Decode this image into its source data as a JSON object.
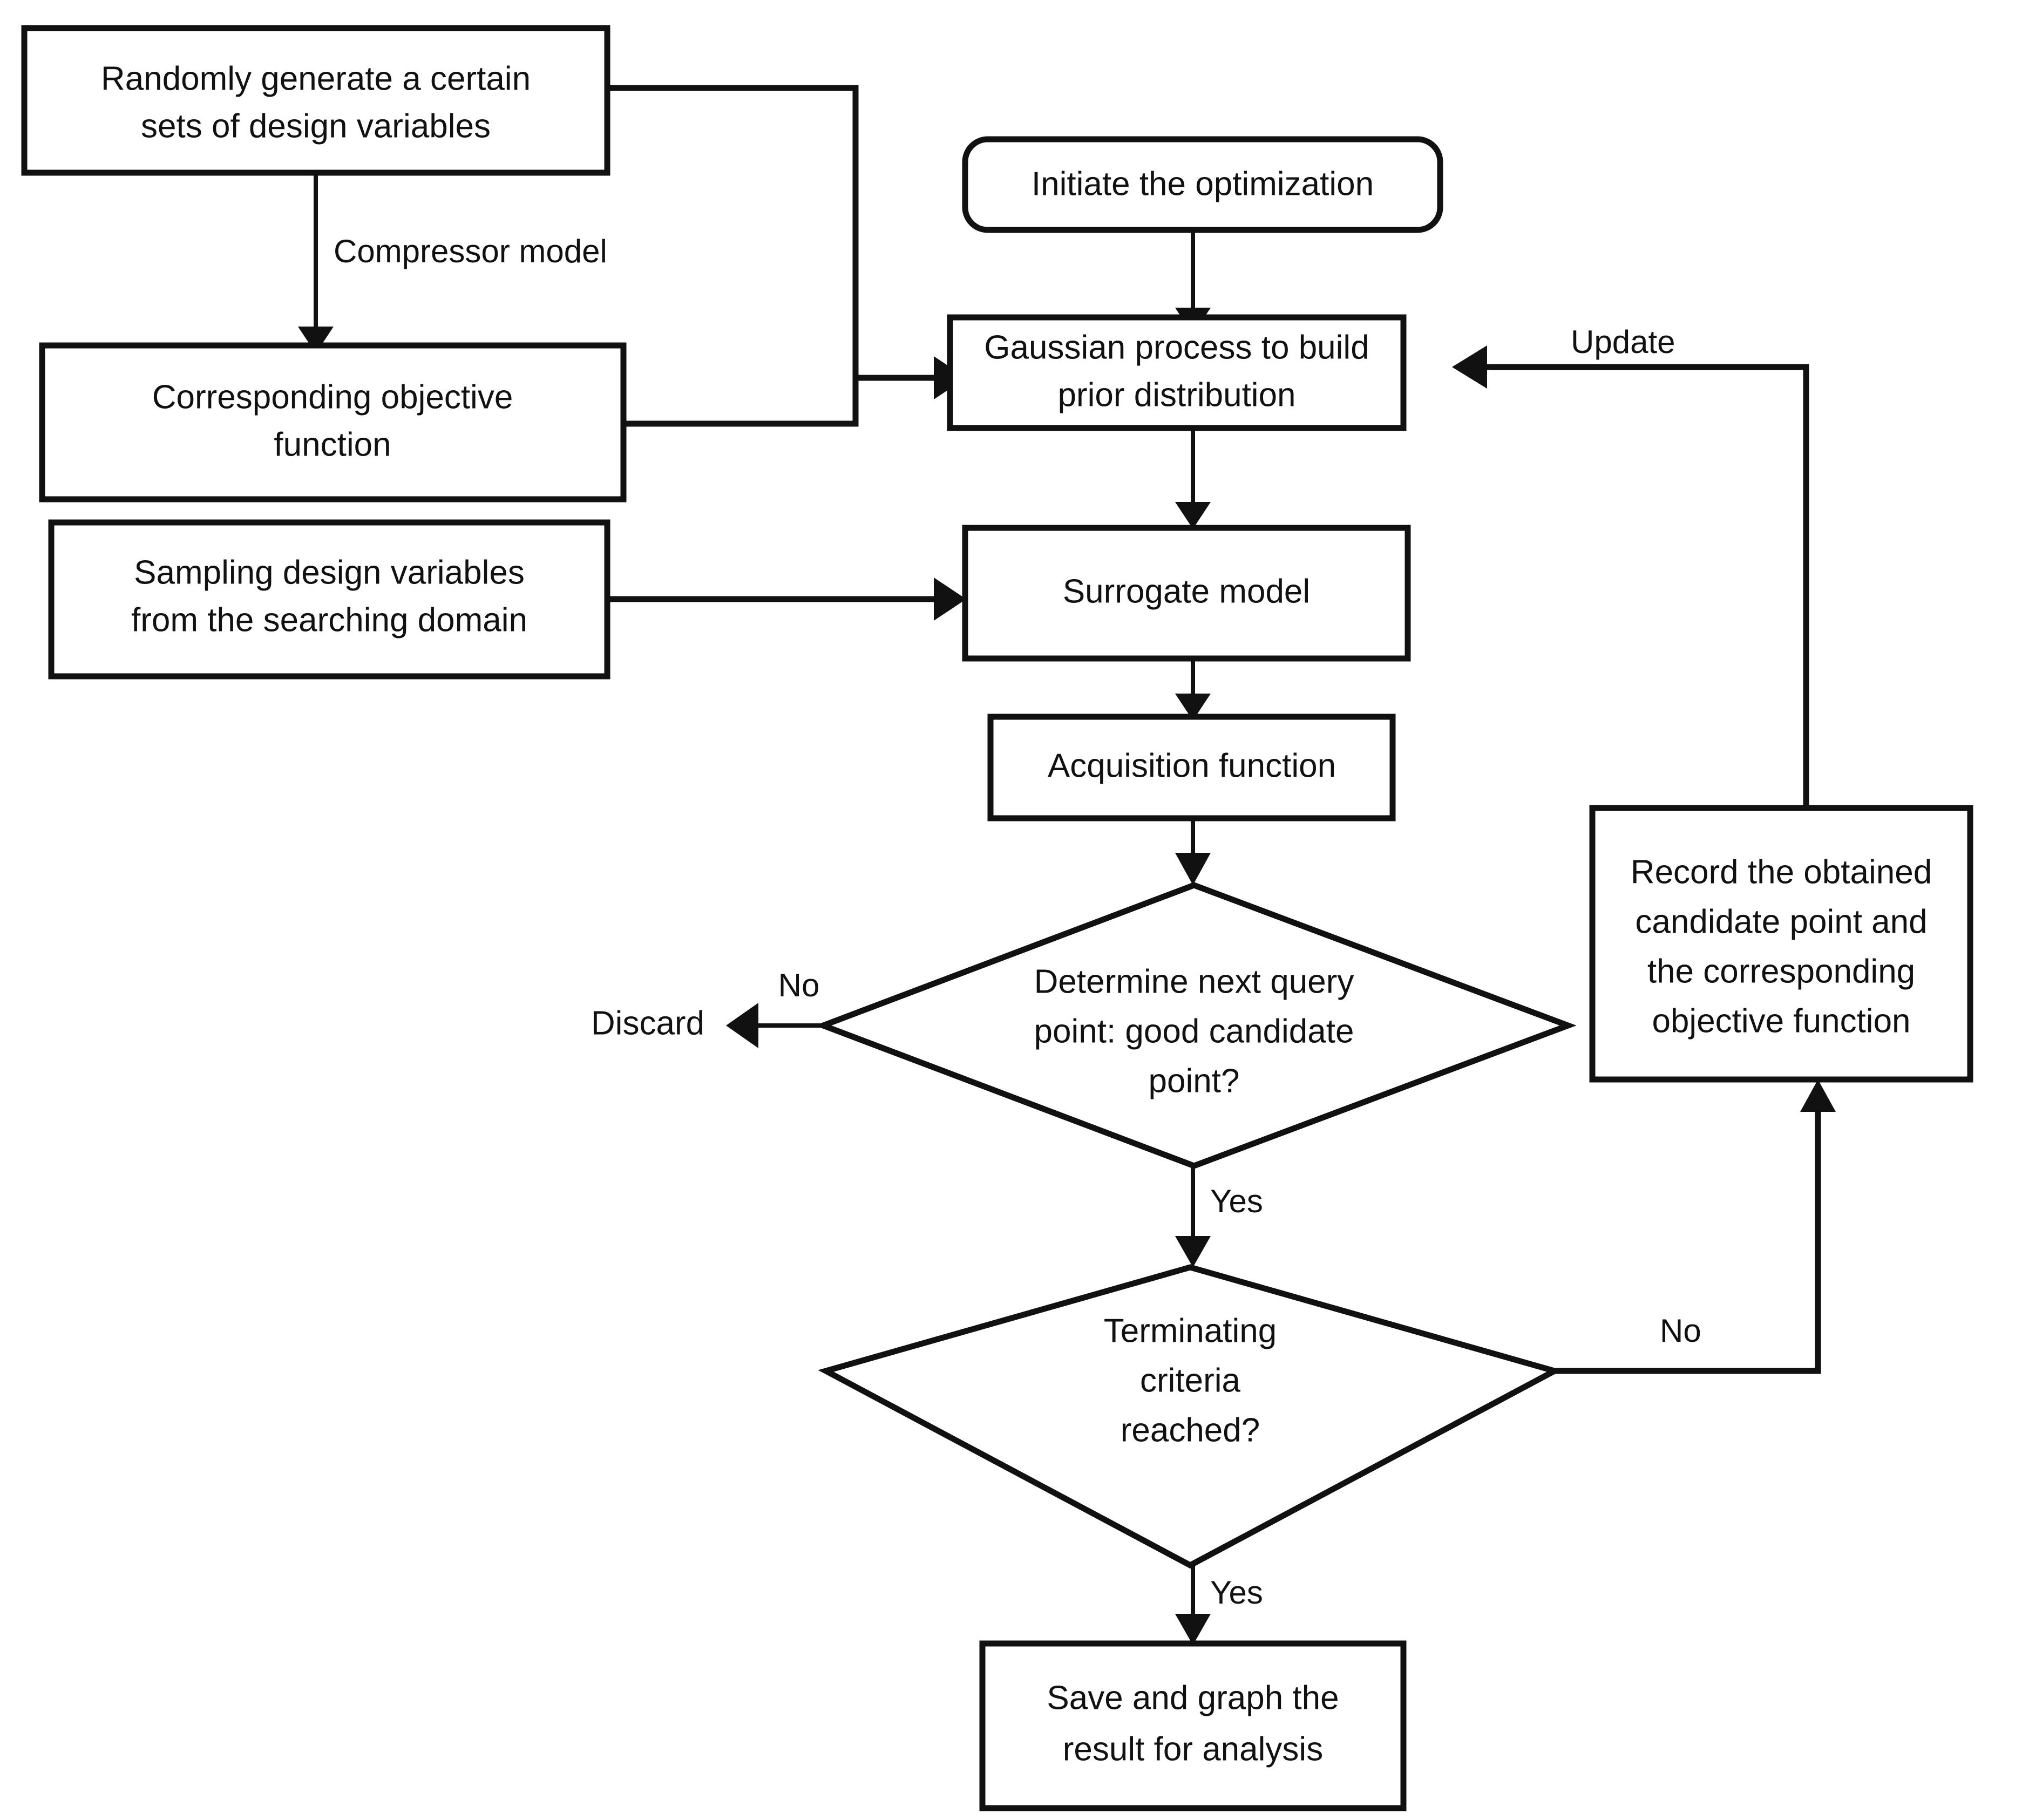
{
  "diagram": {
    "title": "Bayesian optimization workflow flowchart",
    "background_color": "#ffffff",
    "line_color": "#111111",
    "fill_color": "#ffffff"
  },
  "nodes": {
    "random_generate": {
      "shape": "rectangle",
      "line1": "Randomly generate a certain",
      "line2": "sets of design variables"
    },
    "objective_function": {
      "shape": "rectangle",
      "line1": "Corresponding objective",
      "line2": "function"
    },
    "sampling": {
      "shape": "rectangle",
      "line1": "Sampling design variables",
      "line2": "from the searching domain"
    },
    "initiate": {
      "shape": "rounded-rectangle",
      "line1": "Initiate the optimization"
    },
    "gaussian_process": {
      "shape": "rectangle",
      "line1": "Gaussian process to build",
      "line2": "prior distribution"
    },
    "surrogate_model": {
      "shape": "rectangle",
      "line1": "Surrogate model"
    },
    "acquisition_function": {
      "shape": "rectangle",
      "line1": "Acquisition function"
    },
    "decision_candidate": {
      "shape": "diamond",
      "line1": "Determine next query",
      "line2": "point: good candidate",
      "line3": "point?"
    },
    "decision_terminate": {
      "shape": "diamond",
      "line1": "Terminating",
      "line2": "criteria",
      "line3": "reached?"
    },
    "record": {
      "shape": "rectangle",
      "line1": "Record the obtained",
      "line2": "candidate point and",
      "line3": "the corresponding",
      "line4": "objective function"
    },
    "save_graph": {
      "shape": "rectangle",
      "line1": "Save and graph the",
      "line2": "result for analysis"
    },
    "discard": {
      "shape": "text",
      "line1": "Discard"
    }
  },
  "edge_labels": {
    "compressor_model": "Compressor model",
    "update": "Update",
    "candidate_no": "No",
    "candidate_yes": "Yes",
    "terminate_no": "No",
    "terminate_yes": "Yes"
  },
  "flow_edges": [
    {
      "from": "random_generate",
      "to": "gaussian_process",
      "label": ""
    },
    {
      "from": "random_generate",
      "to": "objective_function",
      "label": "Compressor model"
    },
    {
      "from": "objective_function",
      "to": "gaussian_process",
      "label": ""
    },
    {
      "from": "sampling",
      "to": "surrogate_model",
      "label": ""
    },
    {
      "from": "initiate",
      "to": "gaussian_process",
      "label": ""
    },
    {
      "from": "gaussian_process",
      "to": "surrogate_model",
      "label": ""
    },
    {
      "from": "surrogate_model",
      "to": "acquisition_function",
      "label": ""
    },
    {
      "from": "acquisition_function",
      "to": "decision_candidate",
      "label": ""
    },
    {
      "from": "decision_candidate",
      "to": "discard",
      "label": "No"
    },
    {
      "from": "decision_candidate",
      "to": "decision_terminate",
      "label": "Yes"
    },
    {
      "from": "decision_terminate",
      "to": "record",
      "label": "No"
    },
    {
      "from": "decision_terminate",
      "to": "save_graph",
      "label": "Yes"
    },
    {
      "from": "record",
      "to": "gaussian_process",
      "label": "Update"
    }
  ]
}
